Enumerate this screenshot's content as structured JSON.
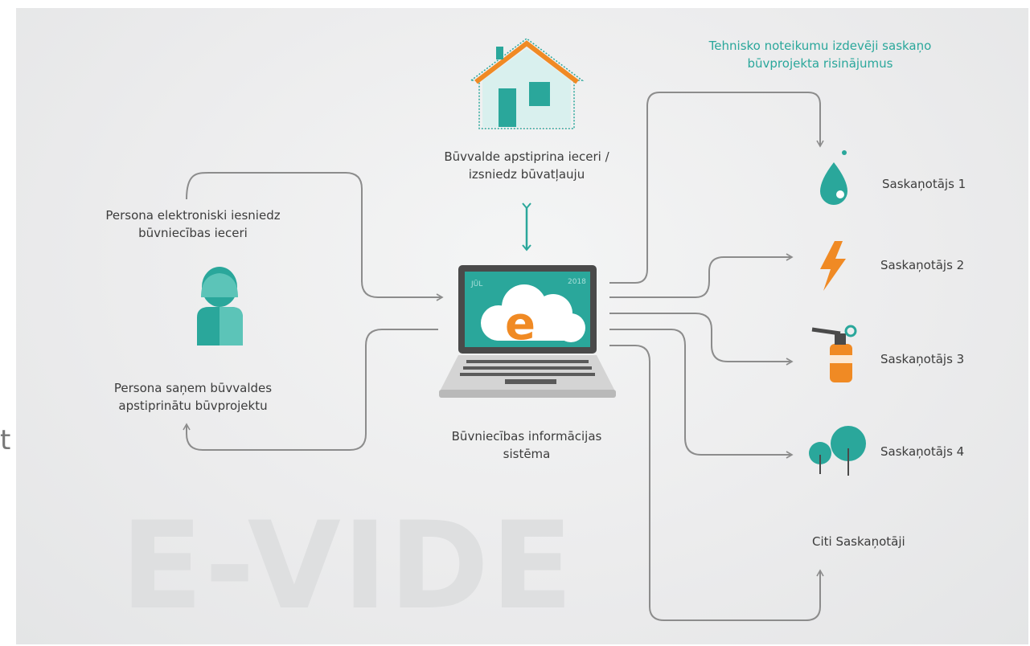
{
  "labels": {
    "persona_submits_line1": "Persona elektroniski iesniedz",
    "persona_submits_line2": "būvniecības  ieceri",
    "persona_receives_line1": "Persona saņem būvvaldes",
    "persona_receives_line2": "apstiprinātu būvprojektu",
    "buvvalde_line1": "Būvvalde apstiprina ieceri /",
    "buvvalde_line2": "izsniedz būvatļauju",
    "bis_line1": "Būvniecības informācijas",
    "bis_line2": "sistēma",
    "header_line1": "Tehnisko noteikumu izdevēji saskaņo",
    "header_line2": "būvprojekta risinājumus",
    "approver1": "Saskaņotājs 1",
    "approver2": "Saskaņotājs 2",
    "approver3": "Saskaņotājs 3",
    "approver4": "Saskaņotājs 4",
    "other_approvers": "Citi Saskaņotāji",
    "watermark": "E-VIDE",
    "laptop_logo_letter": "e",
    "laptop_year": "2018",
    "laptop_left_text": "JŪL",
    "edge_glyph": "t"
  },
  "icons": {
    "house": "house-icon",
    "person": "person-icon",
    "laptop": "laptop-icon",
    "cloud": "cloud-e-icon",
    "water": "water-drop-icon",
    "electricity": "lightning-icon",
    "fire": "fire-extinguisher-icon",
    "trees": "trees-icon"
  },
  "colors": {
    "teal": "#2aa79b",
    "orange": "#f08a24",
    "arrow_gray": "#8c8c8c",
    "text": "#3c3c3c",
    "laptop_dark": "#4a4a4a"
  }
}
